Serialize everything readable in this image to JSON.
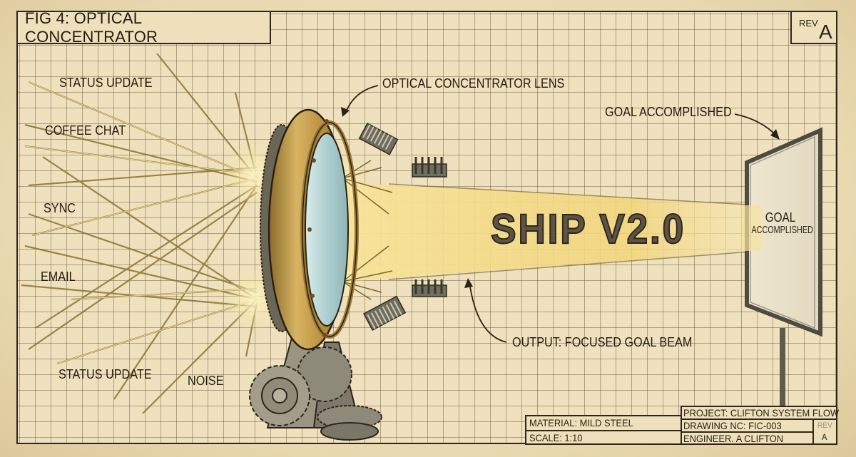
{
  "figure": {
    "title": "FIG 4: OPTICAL CONCENTRATOR",
    "rev_label": "REV",
    "rev_value": "A"
  },
  "inputs": {
    "labels": [
      {
        "id": "status-update-top",
        "text": "STATUS UPDATE"
      },
      {
        "id": "coffee-chat",
        "text": "COFFEE CHAT"
      },
      {
        "id": "sync",
        "text": "SYNC"
      },
      {
        "id": "email",
        "text": "EMAIL"
      },
      {
        "id": "status-update-bottom",
        "text": "STATUS UPDATE"
      },
      {
        "id": "noise",
        "text": "NOISE"
      }
    ]
  },
  "callouts": {
    "lens": "OPTICAL CONCENTRATOR LENS",
    "goal": "GOAL ACCOMPLISHED",
    "output": "OUTPUT: FOCUSED GOAL BEAM"
  },
  "beam": {
    "label": "SHIP V2.0"
  },
  "target_screen": {
    "line1": "GOAL",
    "line2": "ACCOMPLISHED"
  },
  "title_block": {
    "material": "MATERIAL: MILD STEEL",
    "scale": "SCALE: 1:10",
    "project": "PROJECT: CLIFTON SYSTEM FLOW",
    "drawing_no": "DRAWING NC: FIC-003",
    "engineer": "ENGINEER. A  CLIFTON",
    "rev_label": "REV",
    "rev_value": "A"
  },
  "colors": {
    "paper": "#efe1bd",
    "ink": "#2e261c",
    "brass": "#c9a251",
    "beam": "#f3d77a",
    "lens_glass": "#bcd6d6",
    "steel": "#7b7869"
  }
}
